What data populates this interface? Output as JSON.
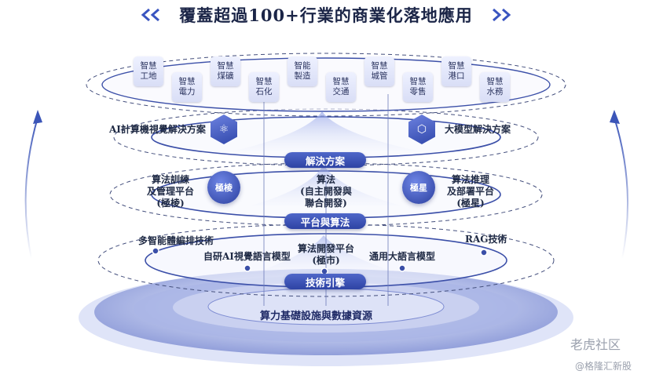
{
  "title": "覆蓋超過100+行業的商業化落地應用",
  "industries": [
    "智慧工地",
    "智慧電力",
    "智慧煤礦",
    "智慧石化",
    "智能製造",
    "智慧交通",
    "智慧城管",
    "智慧零售",
    "智慧港口",
    "智慧水務"
  ],
  "solutions": {
    "left_label": "AI計算機視覺解決方案",
    "right_label": "大模型解決方案",
    "pill": "解決方案"
  },
  "platform": {
    "left_label_1": "算法訓練",
    "left_label_2": "及管理平台",
    "left_label_3": "(極棱)",
    "left_icon_text": "極棱",
    "center_label_1": "算法",
    "center_label_2": "(自主開發與",
    "center_label_3": "聯合開發)",
    "right_icon_text": "極星",
    "right_label_1": "算法推理",
    "right_label_2": "及部署平台",
    "right_label_3": "(極星)",
    "pill": "平台與算法"
  },
  "technology": {
    "item_1": "多智能體編排技術",
    "item_2": "RAG技術",
    "item_3": "自研AI視覺語言模型",
    "item_4_a": "算法開發平台",
    "item_4_b": "(極市)",
    "item_5": "通用大語言模型",
    "pill": "技術引擎"
  },
  "base": "算力基礎設施與數據資源",
  "watermark": {
    "text_1": "老虎社区",
    "text_2": "@格隆汇新股"
  },
  "colors": {
    "primary": "#2e43a4",
    "accent": "#4f67c9",
    "ring": "#3b4fa8",
    "base_light": "#c9d0f0"
  }
}
